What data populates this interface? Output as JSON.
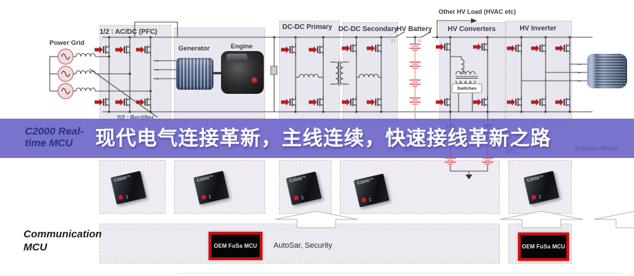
{
  "banner": {
    "title": "现代电气连接革新，主线连续，快速接线革新之路",
    "c2000_label": "C2000 Real-\ntime MCU",
    "bg_color": "#6760C7",
    "text_color": "#FFFFFF"
  },
  "headers": {
    "power_grid": "Power Grid",
    "pfc": "1/2 : AC/DC (PFC)",
    "generator": "Generator",
    "engine": "Engine",
    "dcdc_primary": "DC-DC Primary",
    "dcdc_secondary": "DC-DC Secondary",
    "hv_battery": "HV Battery",
    "hv_converters": "HV Converters",
    "hv_inverter": "HV Inverter",
    "rectifier": "2/2 : Rectifier",
    "other_hv_load": "Other HV Load (HVAC etc)",
    "switches": "Switches",
    "traction_motor": "Traction Motor"
  },
  "underlay": {
    "v12": "12V",
    "v48": "48V",
    "etc": "Etc..",
    "hvac": "HVAC\nEtc..",
    "s1": "S1",
    "s2": "S2",
    "ac": "~"
  },
  "chip": {
    "label": "C2000™"
  },
  "bottom": {
    "communication_mcu": "Communication\nMCU",
    "oem_fusa_mcu": "OEM FuSa MCU",
    "autosar": "AutoSar, Security"
  },
  "colors": {
    "banner_purple": "#6760C7",
    "accent_red": "#C41212",
    "mosfet_arrow_red": "#B51F1F",
    "battery_cell_red": "#D94F4F",
    "panel_bg": "#E8E6EE",
    "navy_text": "#27337C"
  }
}
